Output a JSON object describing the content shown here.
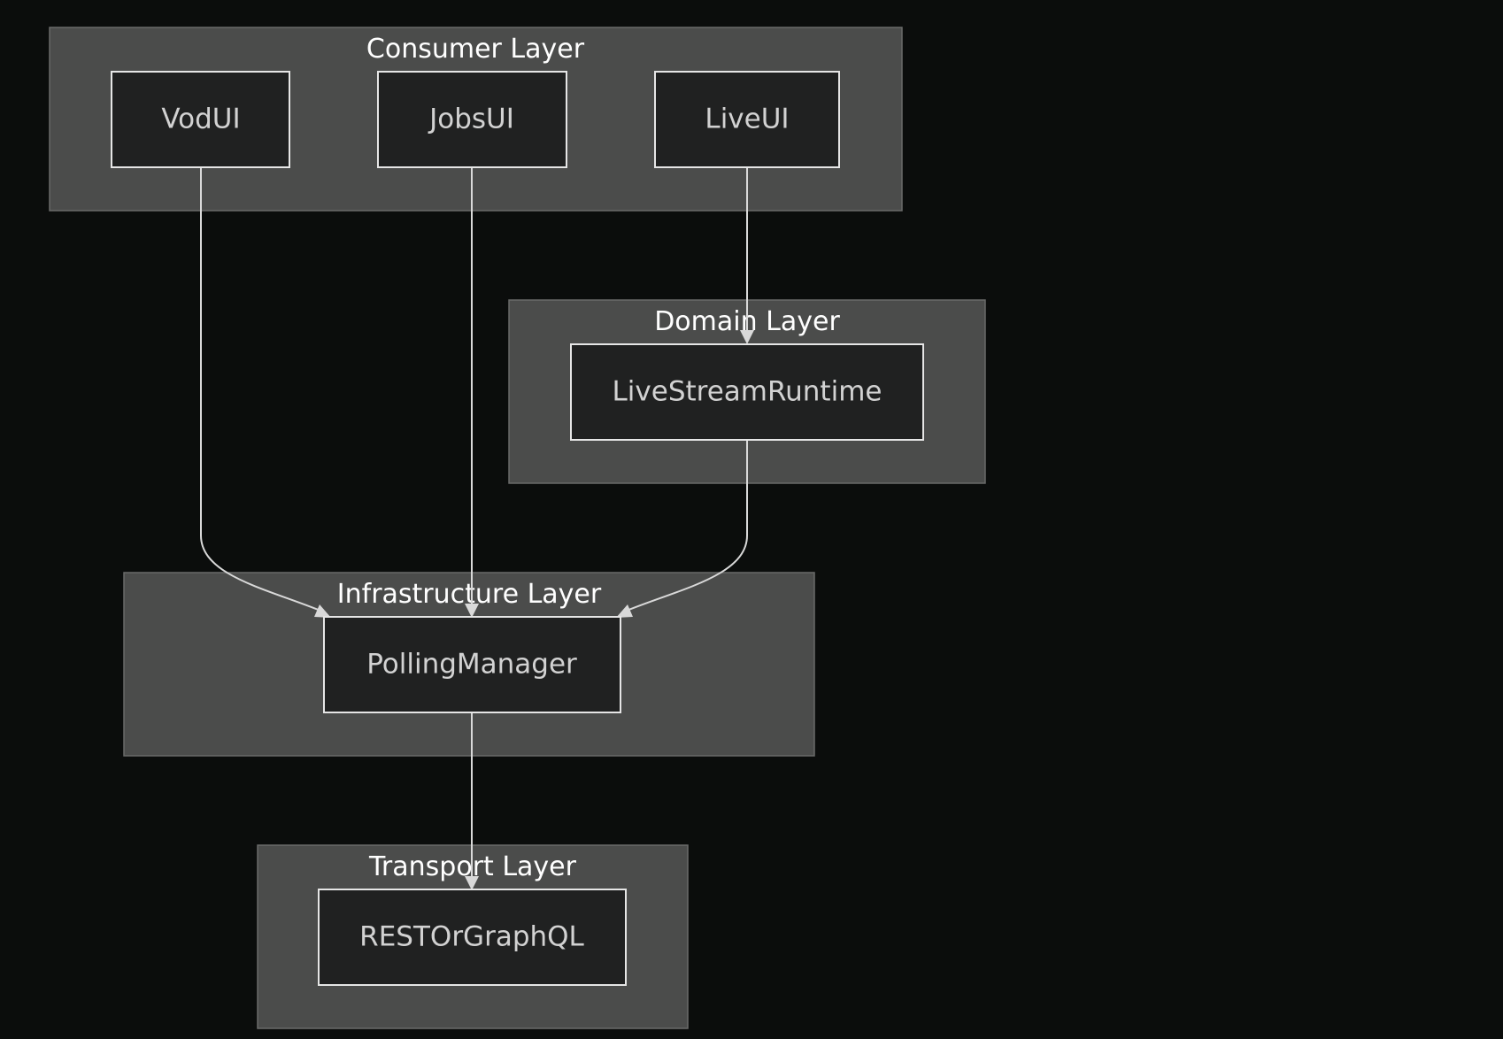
{
  "diagram": {
    "type": "layered-flowchart",
    "background": "#0b0d0c",
    "colors": {
      "layer_fill": "#4b4c4b",
      "node_fill": "#202121",
      "node_border": "#e6e6e6",
      "edge": "#d9d9d9",
      "title_text": "#ffffff",
      "node_text": "#d2d2d2"
    },
    "layers": {
      "consumer": {
        "title": "Consumer Layer"
      },
      "domain": {
        "title": "Domain Layer"
      },
      "infrastructure": {
        "title": "Infrastructure Layer"
      },
      "transport": {
        "title": "Transport Layer"
      }
    },
    "nodes": {
      "vodui": {
        "label": "VodUI"
      },
      "jobsui": {
        "label": "JobsUI"
      },
      "liveui": {
        "label": "LiveUI"
      },
      "livestreamruntime": {
        "label": "LiveStreamRuntime"
      },
      "pollingmanager": {
        "label": "PollingManager"
      },
      "restorgraphql": {
        "label": "RESTOrGraphQL"
      }
    },
    "edges": [
      {
        "from": "VodUI",
        "to": "PollingManager"
      },
      {
        "from": "JobsUI",
        "to": "PollingManager"
      },
      {
        "from": "LiveUI",
        "to": "LiveStreamRuntime"
      },
      {
        "from": "LiveStreamRuntime",
        "to": "PollingManager"
      },
      {
        "from": "PollingManager",
        "to": "RESTOrGraphQL"
      }
    ]
  }
}
